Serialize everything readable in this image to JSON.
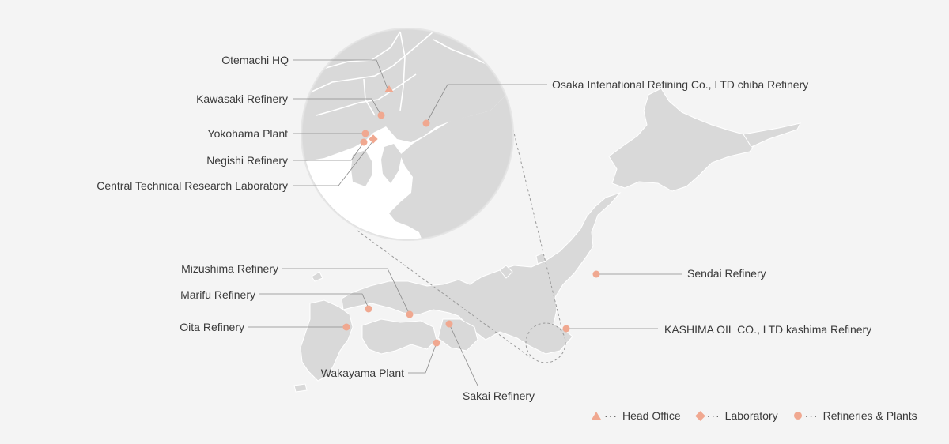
{
  "colors": {
    "marker": "#f0a890",
    "land": "#d9d9d9",
    "background": "#f4f4f4",
    "leader": "#8a8a8a"
  },
  "labels": {
    "otemachi": "Otemachi HQ",
    "kawasaki": "Kawasaki Refinery",
    "yokohama": "Yokohama Plant",
    "negishi": "Negishi Refinery",
    "central_lab": "Central Technical Research Laboratory",
    "osaka_chiba": "Osaka Intenational Refining Co., LTD chiba Refinery",
    "mizushima": "Mizushima Refinery",
    "marifu": "Marifu Refinery",
    "oita": "Oita Refinery",
    "wakayama": "Wakayama Plant",
    "sakai": "Sakai Refinery",
    "sendai": "Sendai Refinery",
    "kashima": "KASHIMA OIL CO., LTD kashima Refinery"
  },
  "legend": {
    "head_office": "Head Office",
    "laboratory": "Laboratory",
    "refineries": "Refineries & Plants",
    "separator": "···"
  }
}
